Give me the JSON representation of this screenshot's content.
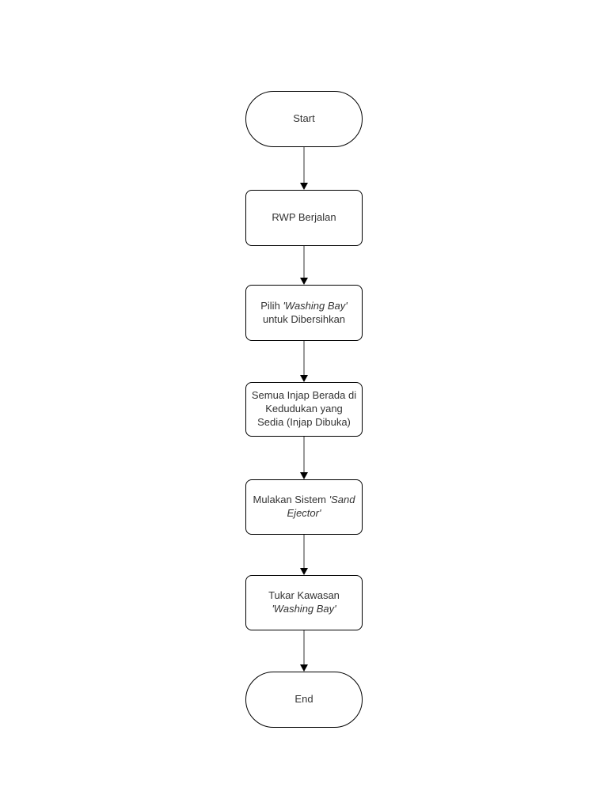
{
  "flowchart": {
    "type": "vertical-flowchart",
    "nodes": {
      "start": {
        "type": "terminator",
        "label": "Start"
      },
      "rwp": {
        "type": "process",
        "label": "RWP Berjalan"
      },
      "pilih": {
        "type": "process",
        "line1_regular": "Pilih ",
        "line1_italic": "'Washing Bay'",
        "line2": "untuk Dibersihkan"
      },
      "semua": {
        "type": "process",
        "line1": "Semua Injap Berada di",
        "line2": "Kedudukan yang",
        "line3": "Sedia (Injap Dibuka)"
      },
      "mulakan": {
        "type": "process",
        "text_regular": "Mulakan Sistem ",
        "text_italic": "'Sand Ejector'"
      },
      "tukar": {
        "type": "process",
        "line1": "Tukar Kawasan",
        "line2_italic": "'Washing Bay'"
      },
      "end": {
        "type": "terminator",
        "label": "End"
      }
    },
    "edges": [
      [
        "start",
        "rwp"
      ],
      [
        "rwp",
        "pilih"
      ],
      [
        "pilih",
        "semua"
      ],
      [
        "semua",
        "mulakan"
      ],
      [
        "mulakan",
        "tukar"
      ],
      [
        "tukar",
        "end"
      ]
    ],
    "colors": {
      "background": "#ffffff",
      "node_fill": "#ffffff",
      "node_border": "#000000",
      "text": "#333333",
      "connector_line": "#999999",
      "arrowhead": "#000000"
    }
  }
}
